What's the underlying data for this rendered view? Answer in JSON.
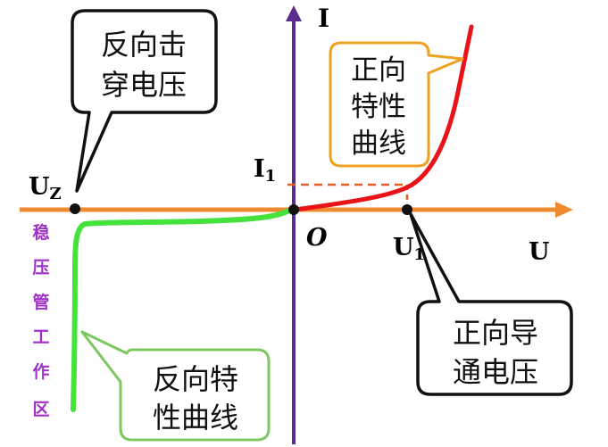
{
  "axes": {
    "x_label": "U",
    "y_label": "I",
    "origin_label": "O"
  },
  "markers": {
    "uz": "U",
    "uz_sub": "Z",
    "u1": "U",
    "u1_sub": "1",
    "i1": "I",
    "i1_sub": "1"
  },
  "callouts": {
    "reverse_breakdown": {
      "line1": "反向击",
      "line2": "穿电压"
    },
    "forward_curve": {
      "line1": "正向",
      "line2": "特性",
      "line3": "曲线"
    },
    "forward_voltage": {
      "line1": "正向导",
      "line2": "通电压"
    },
    "reverse_curve": {
      "line1": "反向特",
      "line2": "性曲线"
    }
  },
  "zener_region": [
    "稳",
    "压",
    "管",
    "工",
    "作",
    "区"
  ],
  "colors": {
    "x_axis": "#f08a30",
    "y_axis": "#5a2d8c",
    "forward_curve": "#e8141a",
    "reverse_curve": "#44e23a",
    "orange_box": "#f0a020",
    "red_box": "#e01818",
    "green_box": "#7ec860",
    "zener_text": "#a030c8"
  }
}
